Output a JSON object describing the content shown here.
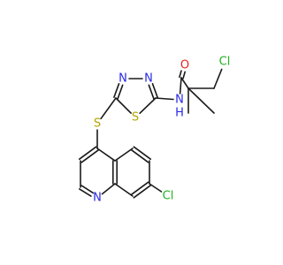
{
  "molecule": {
    "atoms": [
      {
        "id": "Cl1",
        "symbol": "Cl",
        "color": "#1fb21f"
      },
      {
        "id": "O",
        "symbol": "O",
        "color": "#e8241c"
      },
      {
        "id": "N1",
        "symbol": "N",
        "color": "#2828e6"
      },
      {
        "id": "N2",
        "symbol": "N",
        "color": "#2828e6"
      },
      {
        "id": "NH",
        "symbol": "N",
        "color": "#2828e6"
      },
      {
        "id": "H",
        "symbol": "H",
        "color": "#2828e6"
      },
      {
        "id": "S1",
        "symbol": "S",
        "color": "#b3a400"
      },
      {
        "id": "S2",
        "symbol": "S",
        "color": "#b3a400"
      },
      {
        "id": "Cl2",
        "symbol": "Cl",
        "color": "#1fb21f"
      },
      {
        "id": "N3",
        "symbol": "N",
        "color": "#2828e6"
      }
    ]
  }
}
